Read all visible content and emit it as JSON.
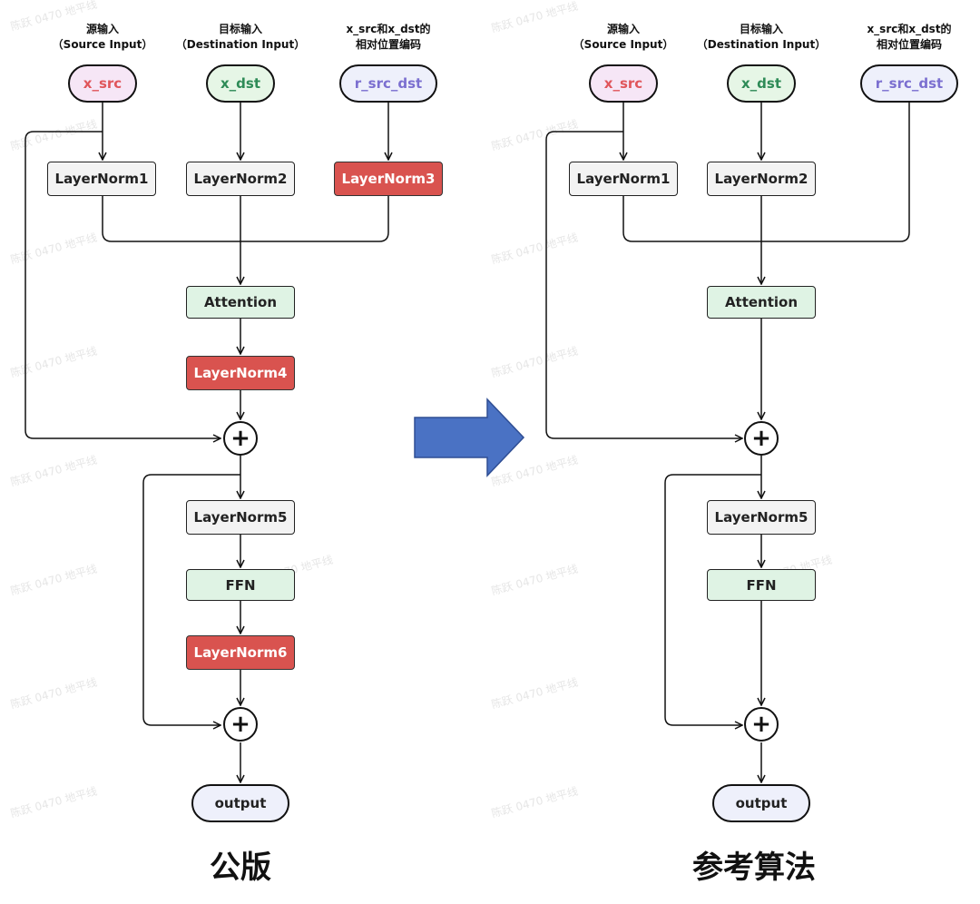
{
  "left": {
    "inputs": [
      {
        "title": "源输入",
        "subtitle": "（Source Input）",
        "label": "x_src",
        "color": "#e0565b",
        "bg": "#f6e6f6"
      },
      {
        "title": "目标输入",
        "subtitle": "（Destination Input）",
        "label": "x_dst",
        "color": "#2e8b57",
        "bg": "#e6f6e6"
      },
      {
        "title": "x_src和x_dst的",
        "subtitle": "相对位置编码",
        "label": "r_src_dst",
        "color": "#7b6fd0",
        "bg": "#eef0fb"
      }
    ],
    "layernorm1": "LayerNorm1",
    "layernorm2": "LayerNorm2",
    "layernorm3": "LayerNorm3",
    "attention": "Attention",
    "layernorm4": "LayerNorm4",
    "plus1": "+",
    "layernorm5": "LayerNorm5",
    "ffn": "FFN",
    "layernorm6": "LayerNorm6",
    "plus2": "+",
    "output": "output",
    "caption": "公版"
  },
  "right": {
    "inputs": [
      {
        "title": "源输入",
        "subtitle": "（Source Input）",
        "label": "x_src",
        "color": "#e0565b",
        "bg": "#f6e6f6"
      },
      {
        "title": "目标输入",
        "subtitle": "（Destination Input）",
        "label": "x_dst",
        "color": "#2e8b57",
        "bg": "#e6f6e6"
      },
      {
        "title": "x_src和x_dst的",
        "subtitle": "相对位置编码",
        "label": "r_src_dst",
        "color": "#7b6fd0",
        "bg": "#eef0fb"
      }
    ],
    "layernorm1": "LayerNorm1",
    "layernorm2": "LayerNorm2",
    "attention": "Attention",
    "plus1": "+",
    "layernorm5": "LayerNorm5",
    "ffn": "FFN",
    "plus2": "+",
    "output": "output",
    "caption": "参考算法"
  },
  "watermark": "陈跃 0470 地平线",
  "colors": {
    "arrow_blue": "#4a72c4",
    "layernorm_highlight": "#d9534f",
    "attention_green": "#dff3e4",
    "output_bg": "#eef0fb"
  }
}
